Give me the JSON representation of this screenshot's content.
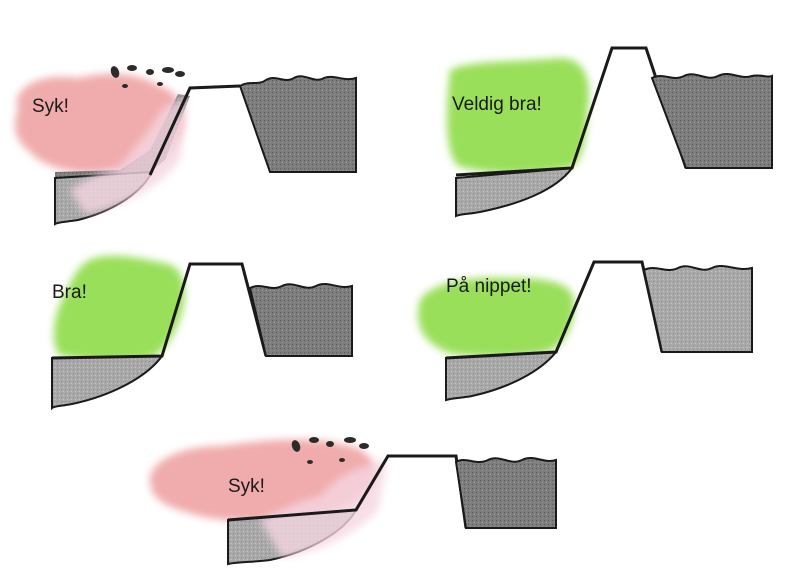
{
  "panels": [
    {
      "label": "Syk!",
      "status": "sick"
    },
    {
      "label": "Veldig bra!",
      "status": "very-good"
    },
    {
      "label": "Bra!",
      "status": "good"
    },
    {
      "label": "På nippet!",
      "status": "borderline"
    },
    {
      "label": "Syk!",
      "status": "sick"
    }
  ],
  "colors": {
    "good": "#8fdc4a",
    "sick": "#ef9a9a",
    "gray": "#9a9a9a",
    "dark": "#5f5f5f",
    "line": "#1a1a1a"
  }
}
